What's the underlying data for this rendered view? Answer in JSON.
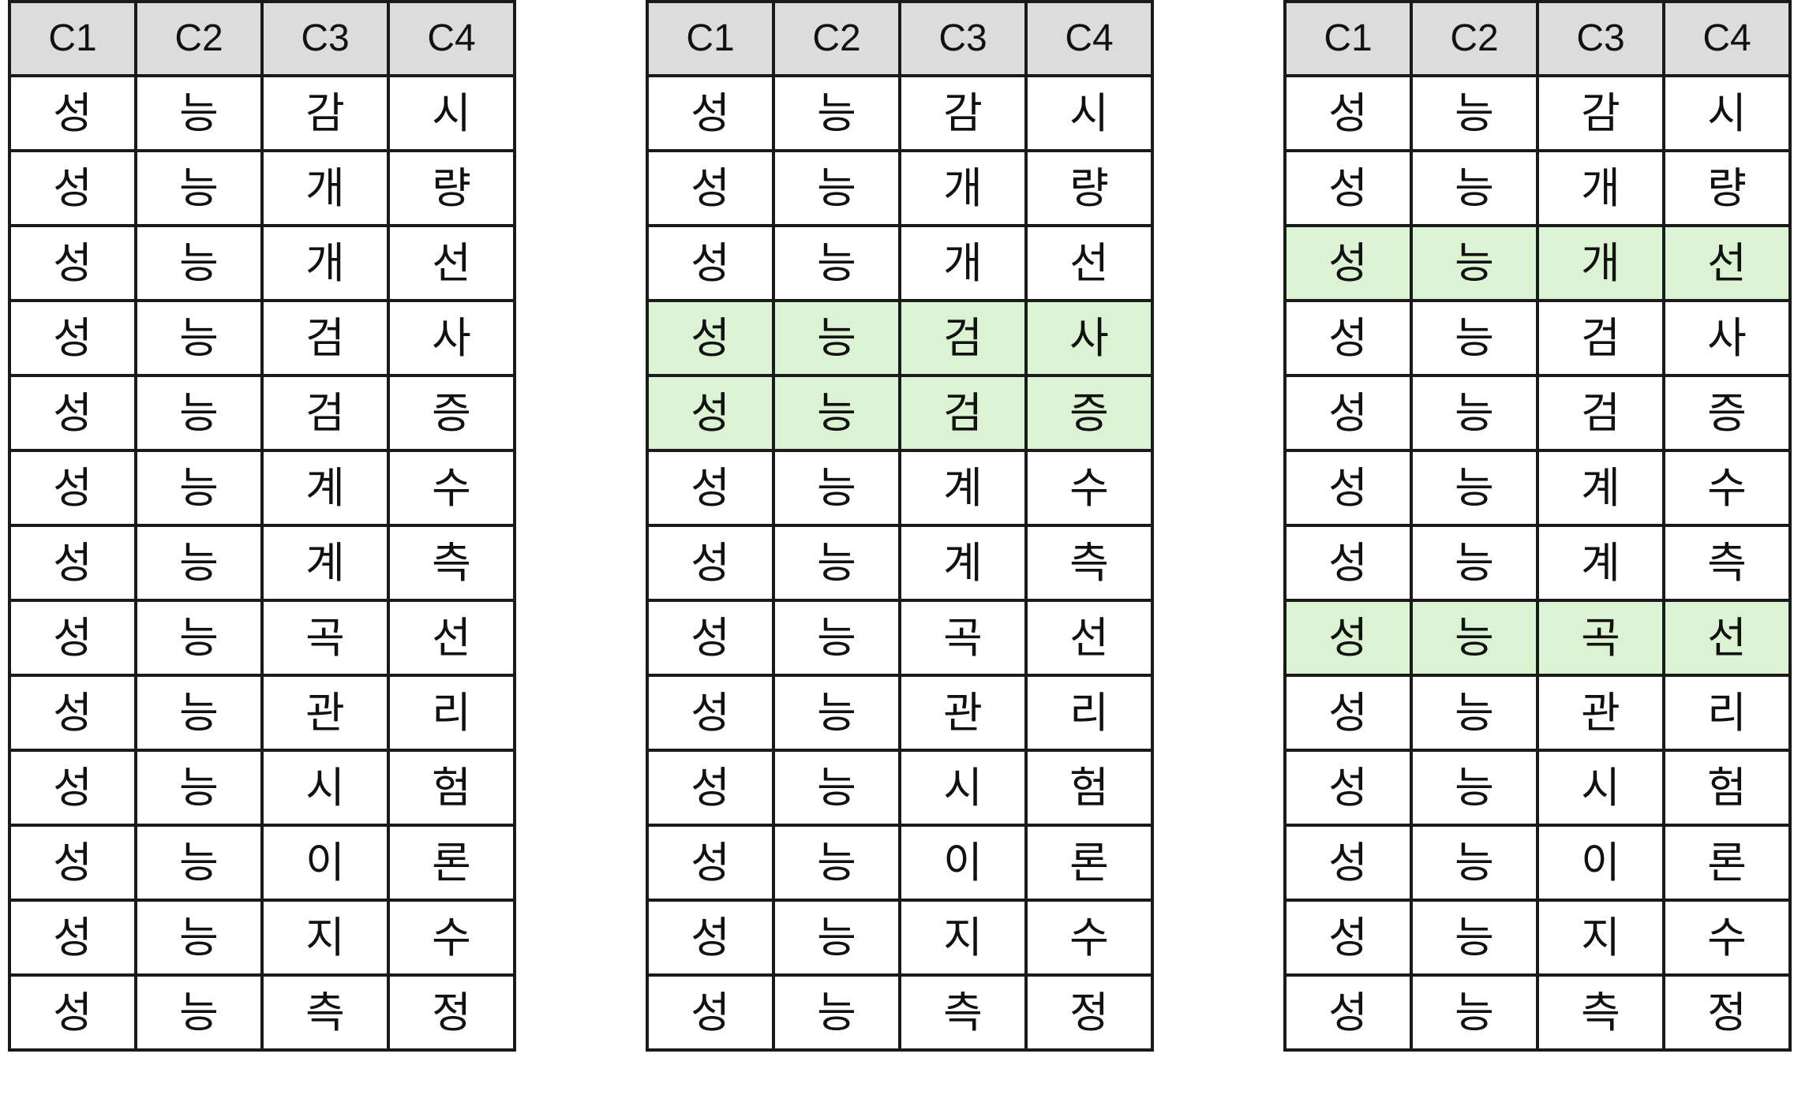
{
  "colors": {
    "header_bg": "#dcdcdc",
    "cell_bg": "#ffffff",
    "highlight_bg": "#dbf2d3",
    "border": "#1a1a1a"
  },
  "tables": [
    {
      "columns": [
        "C1",
        "C2",
        "C3",
        "C4"
      ],
      "highlighted_rows": [],
      "rows": [
        [
          "성",
          "능",
          "감",
          "시"
        ],
        [
          "성",
          "능",
          "개",
          "량"
        ],
        [
          "성",
          "능",
          "개",
          "선"
        ],
        [
          "성",
          "능",
          "검",
          "사"
        ],
        [
          "성",
          "능",
          "검",
          "증"
        ],
        [
          "성",
          "능",
          "계",
          "수"
        ],
        [
          "성",
          "능",
          "계",
          "측"
        ],
        [
          "성",
          "능",
          "곡",
          "선"
        ],
        [
          "성",
          "능",
          "관",
          "리"
        ],
        [
          "성",
          "능",
          "시",
          "험"
        ],
        [
          "성",
          "능",
          "이",
          "론"
        ],
        [
          "성",
          "능",
          "지",
          "수"
        ],
        [
          "성",
          "능",
          "측",
          "정"
        ]
      ]
    },
    {
      "columns": [
        "C1",
        "C2",
        "C3",
        "C4"
      ],
      "highlighted_rows": [
        3,
        4
      ],
      "rows": [
        [
          "성",
          "능",
          "감",
          "시"
        ],
        [
          "성",
          "능",
          "개",
          "량"
        ],
        [
          "성",
          "능",
          "개",
          "선"
        ],
        [
          "성",
          "능",
          "검",
          "사"
        ],
        [
          "성",
          "능",
          "검",
          "증"
        ],
        [
          "성",
          "능",
          "계",
          "수"
        ],
        [
          "성",
          "능",
          "계",
          "측"
        ],
        [
          "성",
          "능",
          "곡",
          "선"
        ],
        [
          "성",
          "능",
          "관",
          "리"
        ],
        [
          "성",
          "능",
          "시",
          "험"
        ],
        [
          "성",
          "능",
          "이",
          "론"
        ],
        [
          "성",
          "능",
          "지",
          "수"
        ],
        [
          "성",
          "능",
          "측",
          "정"
        ]
      ]
    },
    {
      "columns": [
        "C1",
        "C2",
        "C3",
        "C4"
      ],
      "highlighted_rows": [
        2,
        7
      ],
      "rows": [
        [
          "성",
          "능",
          "감",
          "시"
        ],
        [
          "성",
          "능",
          "개",
          "량"
        ],
        [
          "성",
          "능",
          "개",
          "선"
        ],
        [
          "성",
          "능",
          "검",
          "사"
        ],
        [
          "성",
          "능",
          "검",
          "증"
        ],
        [
          "성",
          "능",
          "계",
          "수"
        ],
        [
          "성",
          "능",
          "계",
          "측"
        ],
        [
          "성",
          "능",
          "곡",
          "선"
        ],
        [
          "성",
          "능",
          "관",
          "리"
        ],
        [
          "성",
          "능",
          "시",
          "험"
        ],
        [
          "성",
          "능",
          "이",
          "론"
        ],
        [
          "성",
          "능",
          "지",
          "수"
        ],
        [
          "성",
          "능",
          "측",
          "정"
        ]
      ]
    }
  ]
}
